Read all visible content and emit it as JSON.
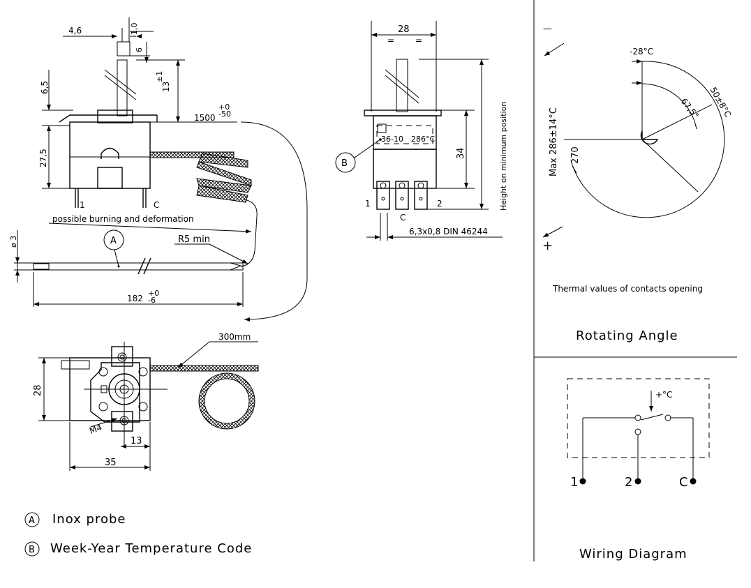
{
  "dims": {
    "d4_6": "4,6",
    "d6_5": "6,5",
    "d13": "13",
    "d13_tol": "±1",
    "d27_5": "27,5",
    "d1500": "1500",
    "d1500_tol_up": "+0",
    "d1500_tol_dn": "-50",
    "dphi3": "ø 3",
    "d182": "182",
    "d182_tol_up": "+0",
    "d182_tol_dn": "-6",
    "r5": "R5 min",
    "d28_top": "28",
    "d34": "34",
    "height_note": "Height on minimum position",
    "terminal": "6,3x0,8 DIN 46244",
    "d300": "300mm",
    "d28_left": "28",
    "d35": "35",
    "d13_bottom": "13",
    "m4": "M4",
    "d1_0": "1,0",
    "d6": "6"
  },
  "notes": {
    "burning": "possible burning and deformation",
    "code_stamp": "36-10",
    "temp_stamp": "286°C"
  },
  "pins": {
    "one": "1",
    "two": "2",
    "c": "C"
  },
  "callouts": {
    "a": "A",
    "b": "B"
  },
  "legend": {
    "a_text": "Inox probe",
    "b_text": "Week-Year Temperature Code"
  },
  "rotating": {
    "minus_temp": "-28°C",
    "angle_67": "67,5°",
    "temp_50": "50±8°C",
    "angle_270": "270",
    "max_temp": "Max 286±14°C",
    "thermal_note": "Thermal values of contacts opening",
    "title": "Rotating Angle",
    "minus_sign": "—",
    "plus_sign": "+"
  },
  "wiring": {
    "temp": "+°C",
    "pin1": "1",
    "pin2": "2",
    "pinC": "C",
    "title": "Wiring Diagram"
  }
}
